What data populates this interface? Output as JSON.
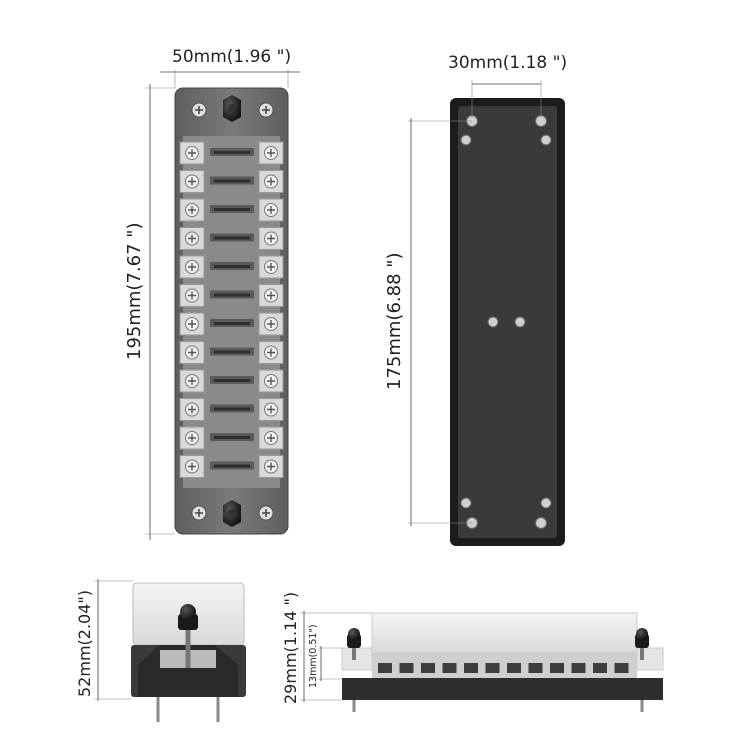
{
  "dimensions": {
    "front_width": "50mm(1.96 \")",
    "front_height": "195mm(7.67 \")",
    "back_spacing": "30mm(1.18 \")",
    "back_height": "175mm(6.88 \")",
    "side_height": "52mm(2.04\")",
    "base_height": "29mm(1.14 \")",
    "terminal_height": "13mm(0.51\")"
  },
  "views": {
    "front": {
      "fuse_slots": 12
    },
    "side_long": {
      "terminals": 12
    }
  },
  "colors": {
    "body": "#6f6f6f",
    "cover": "#e9e9e9",
    "base_dark": "#3a3a3a",
    "terminal": "#d9d9d9",
    "nut": "#222222"
  },
  "icons": [
    "screw-icon",
    "nut-icon"
  ]
}
